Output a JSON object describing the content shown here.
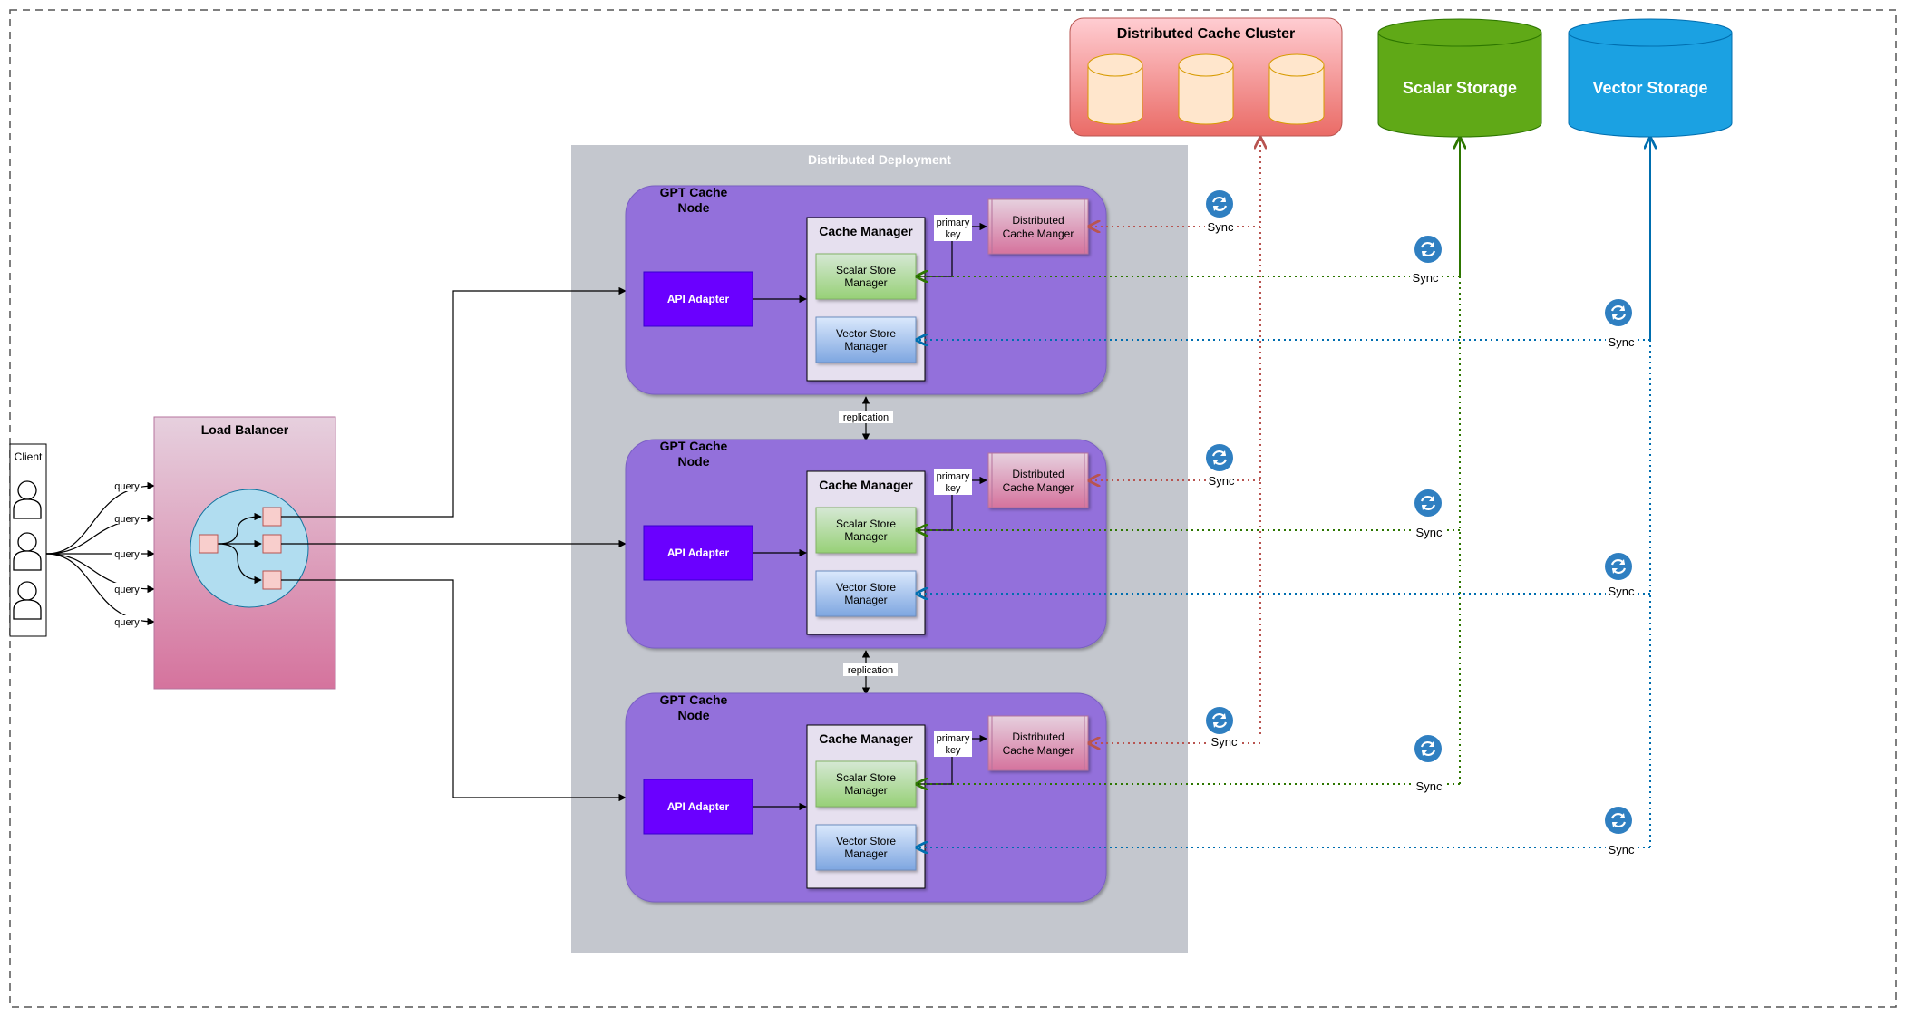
{
  "client": {
    "label": "Client",
    "query_label": "query"
  },
  "load_balancer": {
    "title": "Load Balancer"
  },
  "deployment": {
    "title": "Distributed Deployment"
  },
  "node": {
    "title": "GPT Cache Node",
    "api_adapter": "API Adapter",
    "cache_manager": "Cache Manager",
    "scalar_store_manager": "Scalar Store Manager",
    "vector_store_manager": "Vector Store Manager",
    "primary_key": "primary key",
    "distributed_cache_manager": "Distributed Cache Manger"
  },
  "replication_label": "replication",
  "sync_label": "Sync",
  "cluster": {
    "title": "Distributed Cache Cluster"
  },
  "scalar_storage": {
    "title": "Scalar Storage"
  },
  "vector_storage": {
    "title": "Vector Storage"
  },
  "colors": {
    "node_fill": "#9370DB",
    "api_adapter": "#6A00FF",
    "scalar_green": "#60A917",
    "vector_blue": "#1BA1E2",
    "cluster_red": "#EA6B66",
    "sync_red": "#B85450",
    "sync_green": "#2D7600",
    "sync_blue": "#006EAF",
    "sync_icon": "#2F7FC1"
  }
}
